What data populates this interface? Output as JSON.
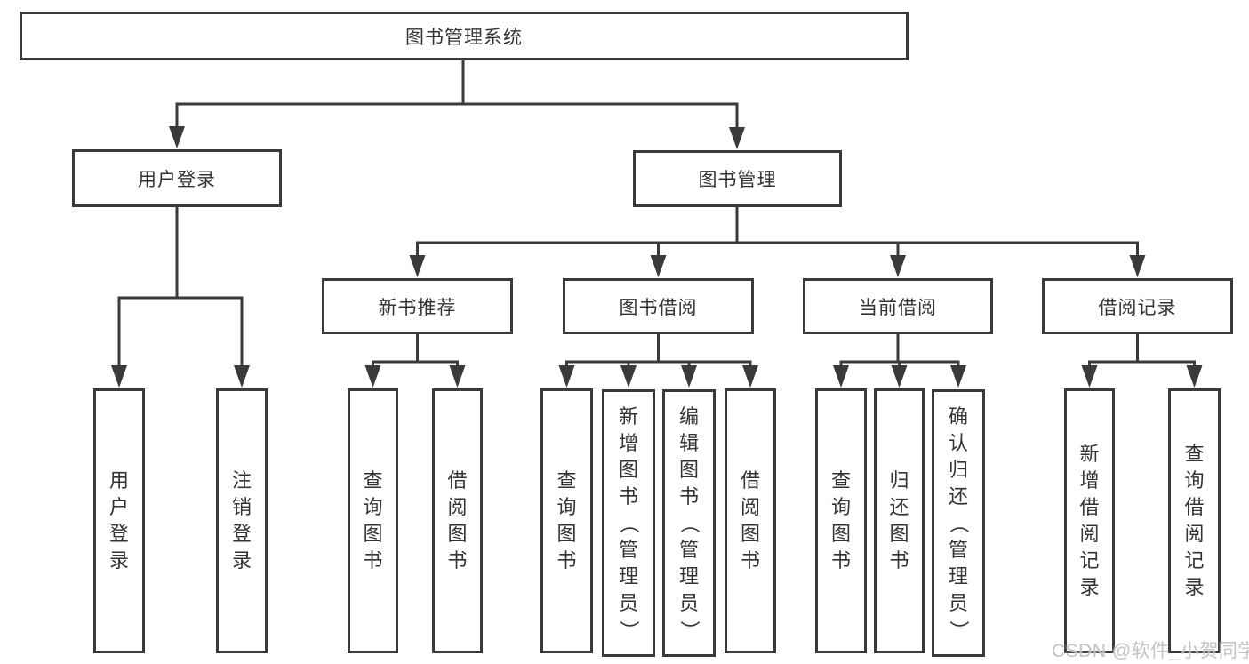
{
  "nodes": {
    "root": "图书管理系统",
    "user_login": "用户登录",
    "book_mgmt": "图书管理",
    "new_book_rec": "新书推荐",
    "book_borrow": "图书借阅",
    "current_borrow": "当前借阅",
    "borrow_records": "借阅记录"
  },
  "leaves": [
    "用户登录",
    "注销登录",
    "查询图书",
    "借阅图书",
    "查询图书",
    "新增图书（管理员）",
    "编辑图书（管理员）",
    "借阅图书",
    "查询图书",
    "归还图书",
    "确认归还（管理员）",
    "新增借阅记录",
    "查询借阅记录"
  ],
  "hierarchy": {
    "图书管理系统": [
      "用户登录",
      "图书管理"
    ],
    "用户登录": [
      "用户登录",
      "注销登录"
    ],
    "图书管理": [
      "新书推荐",
      "图书借阅",
      "当前借阅",
      "借阅记录"
    ],
    "新书推荐": [
      "查询图书",
      "借阅图书"
    ],
    "图书借阅": [
      "查询图书",
      "新增图书（管理员）",
      "编辑图书（管理员）",
      "借阅图书"
    ],
    "当前借阅": [
      "查询图书",
      "归还图书",
      "确认归还（管理员）"
    ],
    "借阅记录": [
      "新增借阅记录",
      "查询借阅记录"
    ]
  },
  "watermark": "CSDN @软件_小贺同学",
  "colors": {
    "line": "#3a3a3a",
    "text": "#333333",
    "box_fill": "#ffffff",
    "background": "#ffffff",
    "watermark": "#c3c3c3"
  }
}
